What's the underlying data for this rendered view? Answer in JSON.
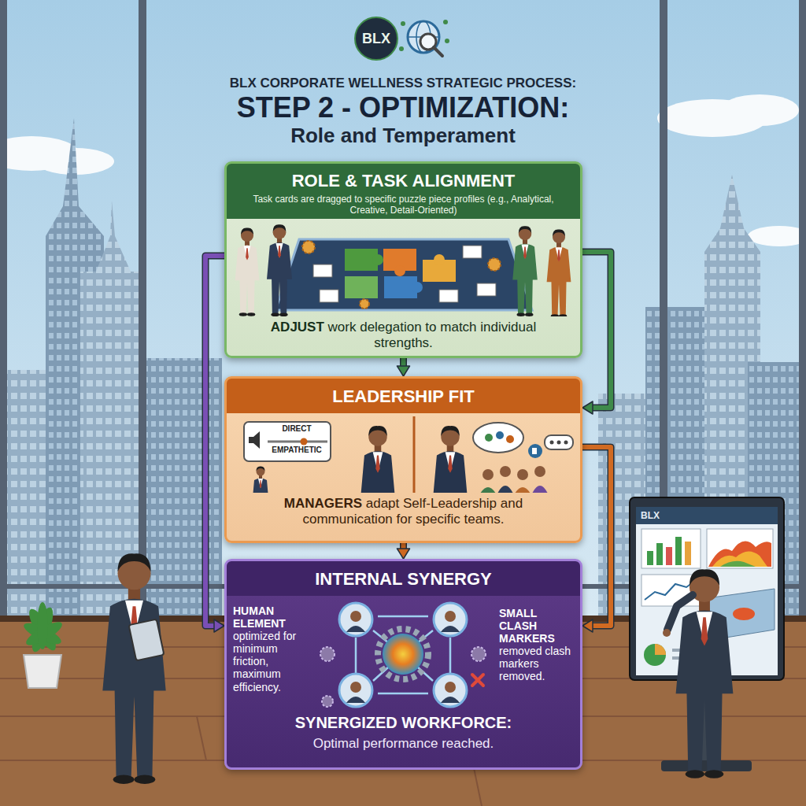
{
  "diagram": {
    "title": "STEP 2 - OPTIMIZATION:",
    "nodes": [
      {
        "text": [
          "ROLE & TASK ALIGNMENT",
          "Task cards are dragged to specific puzzle piece profiles (e.g., Analytical, Creative, Detail-Oriented)",
          "ADJUST work delegation to match individual strengths."
        ]
      },
      {
        "text": [
          "LEADERSHIP FIT",
          "MANAGERS adapt Self-Leadership and communication for specific teams."
        ]
      },
      {
        "text": [
          "INTERNAL SYNERGY",
          "HUMAN ELEMENT optimized for minimum friction, maximum efficiency.",
          "SMALL CLASH MARKERS removed clash markers removed.",
          "SYNERGIZED WORKFORCE:",
          "Optimal performance reached."
        ]
      }
    ],
    "edges": [
      {
        "from": 0,
        "to": 1,
        "arrow": "to"
      },
      {
        "from": 1,
        "to": 2,
        "arrow": "to"
      },
      {
        "from": 0,
        "to": 2,
        "arrow": "to"
      },
      {
        "from": 0,
        "to": 1,
        "arrow": "to"
      },
      {
        "from": 1,
        "to": 2,
        "arrow": "to"
      }
    ],
    "labels": [
      "BLX",
      "BLX CORPORATE WELLNESS STRATEGIC PROCESS:",
      "Role and Temperament",
      "DIRECT",
      "EMPATHETIC",
      "BLX"
    ]
  }
}
